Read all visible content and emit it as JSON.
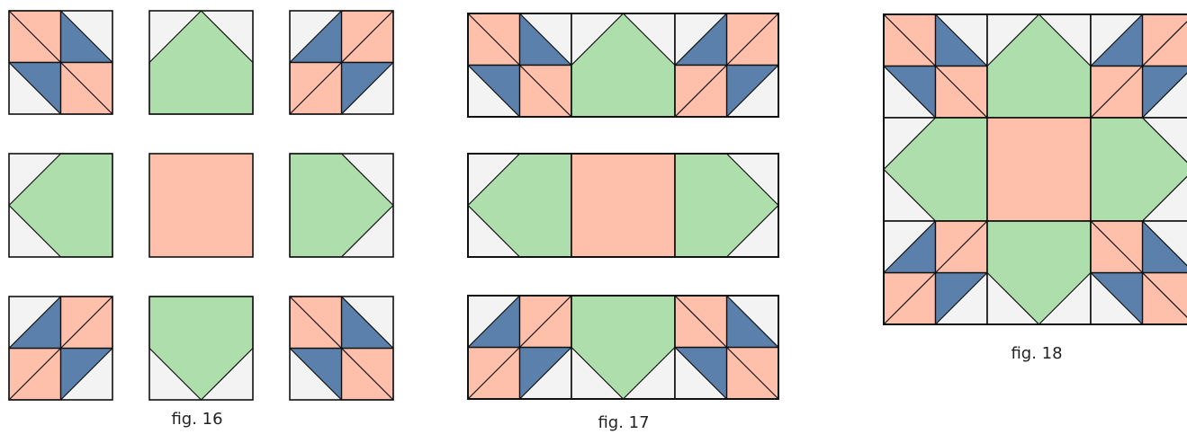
{
  "palette": {
    "pink": "#FFC0AB",
    "blue": "#5B80AB",
    "green": "#AEDEAC",
    "light": "#F3F3F3",
    "stroke": "#111111"
  },
  "blocks": {
    "A": {
      "name": "corner-four-patch-block",
      "type": "fourpatch"
    },
    "B": {
      "name": "flying-goose-block",
      "type": "goose"
    },
    "C": {
      "name": "center-square-block",
      "type": "square"
    }
  },
  "figures": [
    {
      "id": "fig16",
      "caption": "fig. 16"
    },
    {
      "id": "fig17",
      "caption": "fig. 17"
    },
    {
      "id": "fig18",
      "caption": "fig. 18"
    }
  ]
}
